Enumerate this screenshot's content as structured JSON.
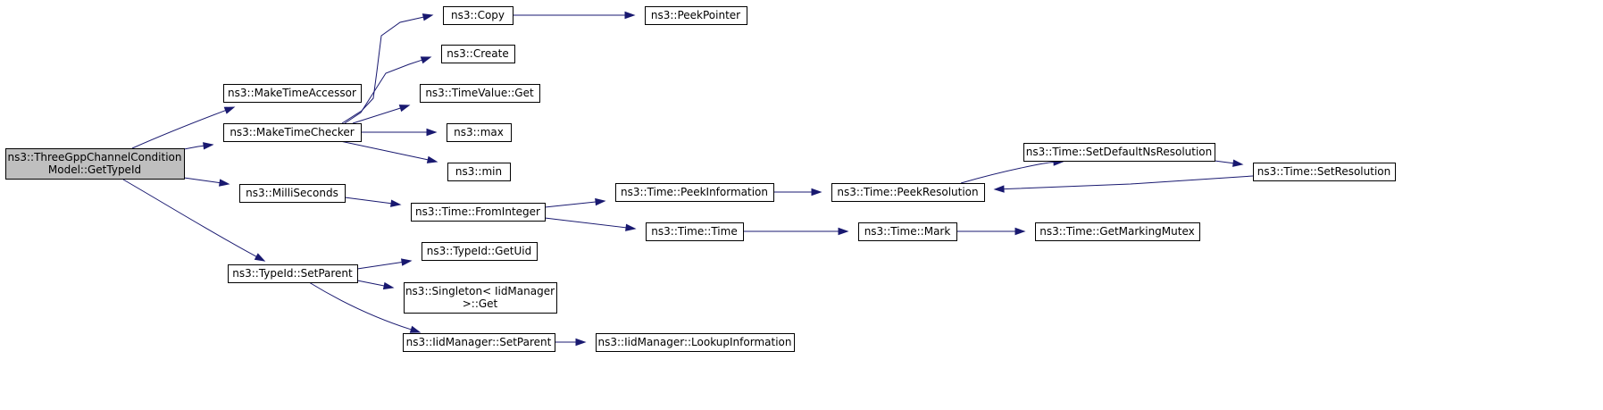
{
  "graph": {
    "edge_color": "#191970",
    "root_fill": "#bfbfbf",
    "nodes": [
      {
        "id": "root",
        "lines": [
          "ns3::ThreeGppChannelCondition",
          "Model::GetTypeId"
        ],
        "root": true
      },
      {
        "id": "makeTimeAccessor",
        "lines": [
          "ns3::MakeTimeAccessor"
        ]
      },
      {
        "id": "makeTimeChecker",
        "lines": [
          "ns3::MakeTimeChecker"
        ]
      },
      {
        "id": "milliSeconds",
        "lines": [
          "ns3::MilliSeconds"
        ]
      },
      {
        "id": "typeIdSetParent",
        "lines": [
          "ns3::TypeId::SetParent"
        ]
      },
      {
        "id": "copy",
        "lines": [
          "ns3::Copy"
        ]
      },
      {
        "id": "peekPointer",
        "lines": [
          "ns3::PeekPointer"
        ]
      },
      {
        "id": "create",
        "lines": [
          "ns3::Create"
        ]
      },
      {
        "id": "timeValueGet",
        "lines": [
          "ns3::TimeValue::Get"
        ]
      },
      {
        "id": "max",
        "lines": [
          "ns3::max"
        ]
      },
      {
        "id": "min",
        "lines": [
          "ns3::min"
        ]
      },
      {
        "id": "fromInteger",
        "lines": [
          "ns3::Time::FromInteger"
        ]
      },
      {
        "id": "peekInformation",
        "lines": [
          "ns3::Time::PeekInformation"
        ]
      },
      {
        "id": "peekResolution",
        "lines": [
          "ns3::Time::PeekResolution"
        ]
      },
      {
        "id": "setDefaultNsResolution",
        "lines": [
          "ns3::Time::SetDefaultNsResolution"
        ]
      },
      {
        "id": "setResolution",
        "lines": [
          "ns3::Time::SetResolution"
        ]
      },
      {
        "id": "timeTime",
        "lines": [
          "ns3::Time::Time"
        ]
      },
      {
        "id": "timeMark",
        "lines": [
          "ns3::Time::Mark"
        ]
      },
      {
        "id": "getMarkingMutex",
        "lines": [
          "ns3::Time::GetMarkingMutex"
        ]
      },
      {
        "id": "getUid",
        "lines": [
          "ns3::TypeId::GetUid"
        ]
      },
      {
        "id": "singletonGet",
        "lines": [
          "ns3::Singleton< IidManager",
          ">::Get"
        ]
      },
      {
        "id": "iidSetParent",
        "lines": [
          "ns3::IidManager::SetParent"
        ]
      },
      {
        "id": "lookupInformation",
        "lines": [
          "ns3::IidManager::LookupInformation"
        ]
      }
    ],
    "edges": [
      {
        "from": "root",
        "to": "makeTimeAccessor"
      },
      {
        "from": "root",
        "to": "makeTimeChecker"
      },
      {
        "from": "root",
        "to": "milliSeconds"
      },
      {
        "from": "root",
        "to": "typeIdSetParent"
      },
      {
        "from": "makeTimeChecker",
        "to": "copy"
      },
      {
        "from": "makeTimeChecker",
        "to": "create"
      },
      {
        "from": "makeTimeChecker",
        "to": "timeValueGet"
      },
      {
        "from": "makeTimeChecker",
        "to": "max"
      },
      {
        "from": "makeTimeChecker",
        "to": "min"
      },
      {
        "from": "copy",
        "to": "peekPointer"
      },
      {
        "from": "milliSeconds",
        "to": "fromInteger"
      },
      {
        "from": "fromInteger",
        "to": "peekInformation"
      },
      {
        "from": "fromInteger",
        "to": "timeTime"
      },
      {
        "from": "peekInformation",
        "to": "peekResolution"
      },
      {
        "from": "peekResolution",
        "to": "setDefaultNsResolution"
      },
      {
        "from": "setDefaultNsResolution",
        "to": "setResolution"
      },
      {
        "from": "setResolution",
        "to": "peekResolution"
      },
      {
        "from": "timeTime",
        "to": "timeMark"
      },
      {
        "from": "timeMark",
        "to": "getMarkingMutex"
      },
      {
        "from": "typeIdSetParent",
        "to": "getUid"
      },
      {
        "from": "typeIdSetParent",
        "to": "singletonGet"
      },
      {
        "from": "typeIdSetParent",
        "to": "iidSetParent"
      },
      {
        "from": "iidSetParent",
        "to": "lookupInformation"
      }
    ]
  }
}
